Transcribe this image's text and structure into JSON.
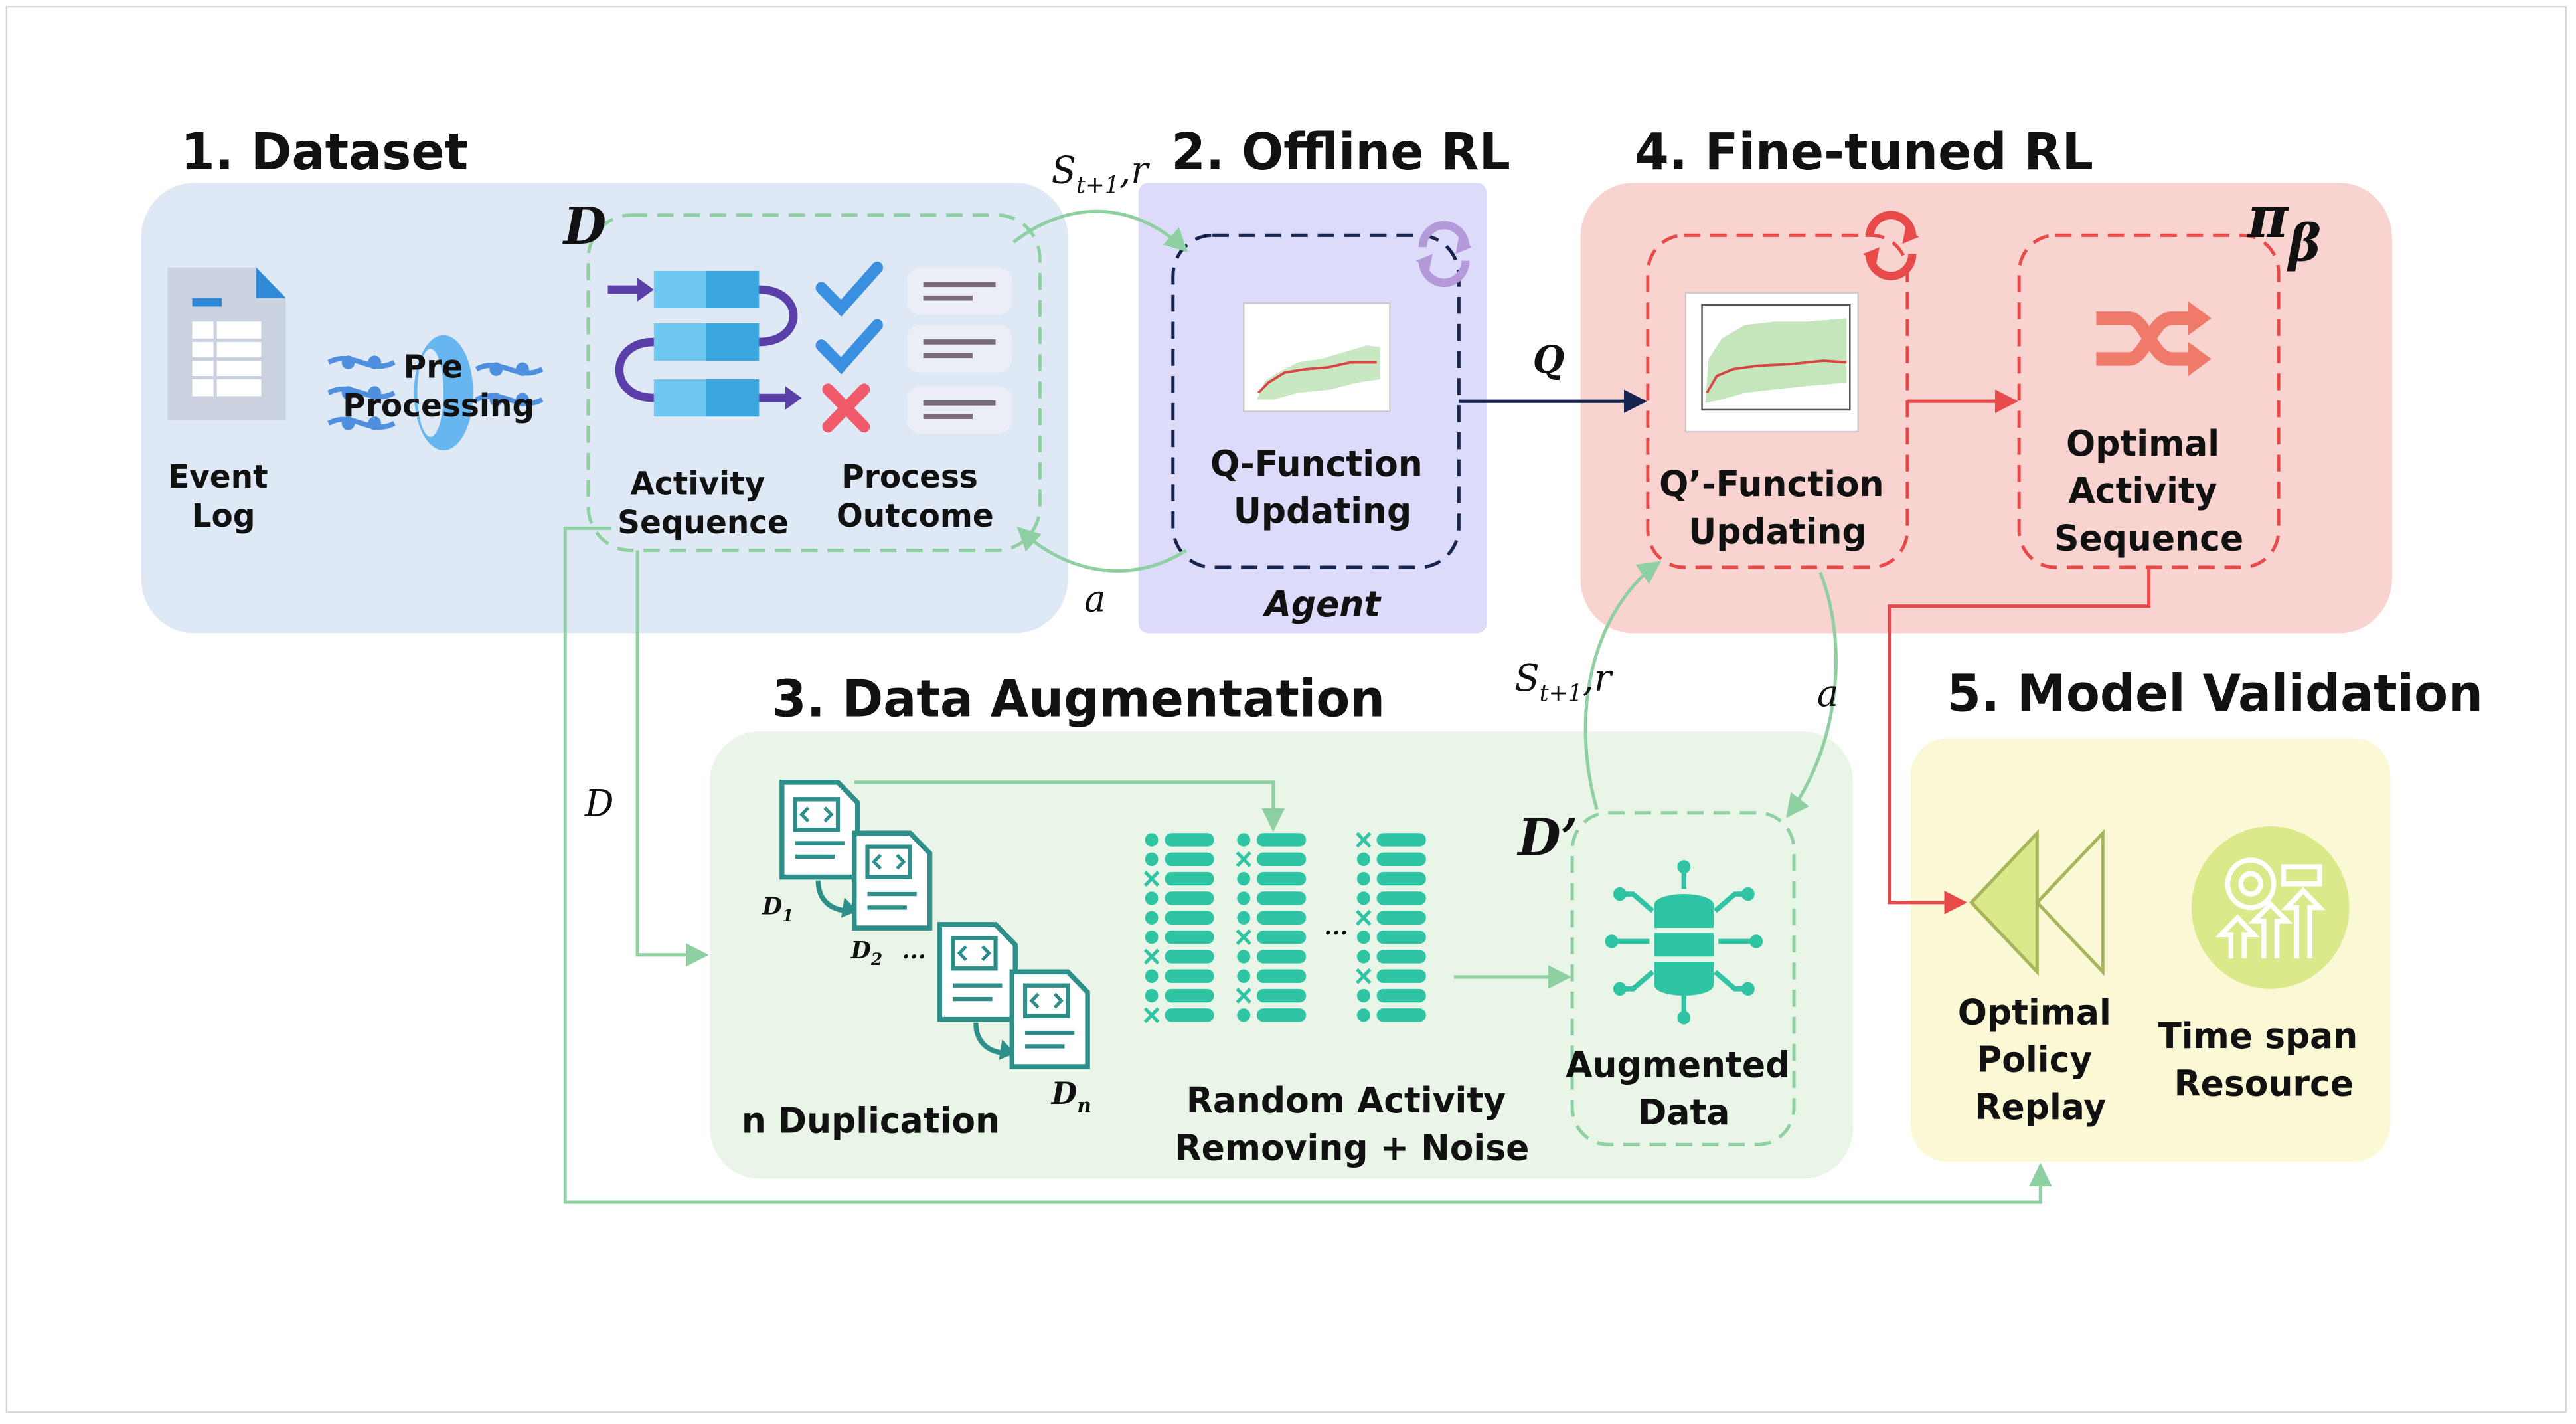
{
  "sections": {
    "dataset": "1. Dataset",
    "offline_rl": "2. Offline RL",
    "augmentation": "3. Data Augmentation",
    "finetuned_rl": "4. Fine-tuned RL",
    "validation": "5. Model Validation"
  },
  "dataset": {
    "event_log": [
      "Event",
      "Log"
    ],
    "preprocessing": [
      "Pre",
      "Processing"
    ],
    "activity_sequence": [
      "Activity",
      "Sequence"
    ],
    "process_outcome": [
      "Process",
      "Outcome"
    ],
    "dataset_symbol": "D"
  },
  "offline": {
    "q_function": [
      "Q-Function",
      "Updating"
    ],
    "agent": "Agent"
  },
  "finetuned": {
    "q_prime": [
      "Q’-Function",
      "Updating"
    ],
    "optimal_sequence": [
      "Optimal",
      "Activity",
      "Sequence"
    ],
    "policy_symbol": "π",
    "policy_sub": "β"
  },
  "augmentation": {
    "duplication": "n Duplication",
    "random_removal": [
      "Random Activity",
      "Removing + Noise"
    ],
    "augmented_data": [
      "Augmented",
      "Data"
    ],
    "d_prime": "D’",
    "d1": "D",
    "d1_sub": "1",
    "d2": "D",
    "d2_sub": "2",
    "dn": "D",
    "dn_sub": "n",
    "ellipsis": "..."
  },
  "validation": {
    "policy_replay": [
      "Optimal",
      "Policy",
      "Replay"
    ],
    "time_span": [
      "Time span",
      "Resource"
    ]
  },
  "flows": {
    "state_reward": "S",
    "state_sub": "t+1",
    "reward": ",r",
    "action": "a",
    "q_label": "Q",
    "d_label": "D"
  },
  "colors": {
    "dataset_bg": "#dfe9f5",
    "offline_bg": "#dcdcfa",
    "finetuned_bg": "#f8d3cf",
    "augmentation_bg": "#e9f5e6",
    "validation_bg": "#fbf8d6",
    "green_flow": "#8fd0a2",
    "red_flow": "#e84a4a",
    "navy_flow": "#16244f",
    "teal_icon": "#2e8f8a",
    "cyan_icon": "#2ec4a4"
  }
}
